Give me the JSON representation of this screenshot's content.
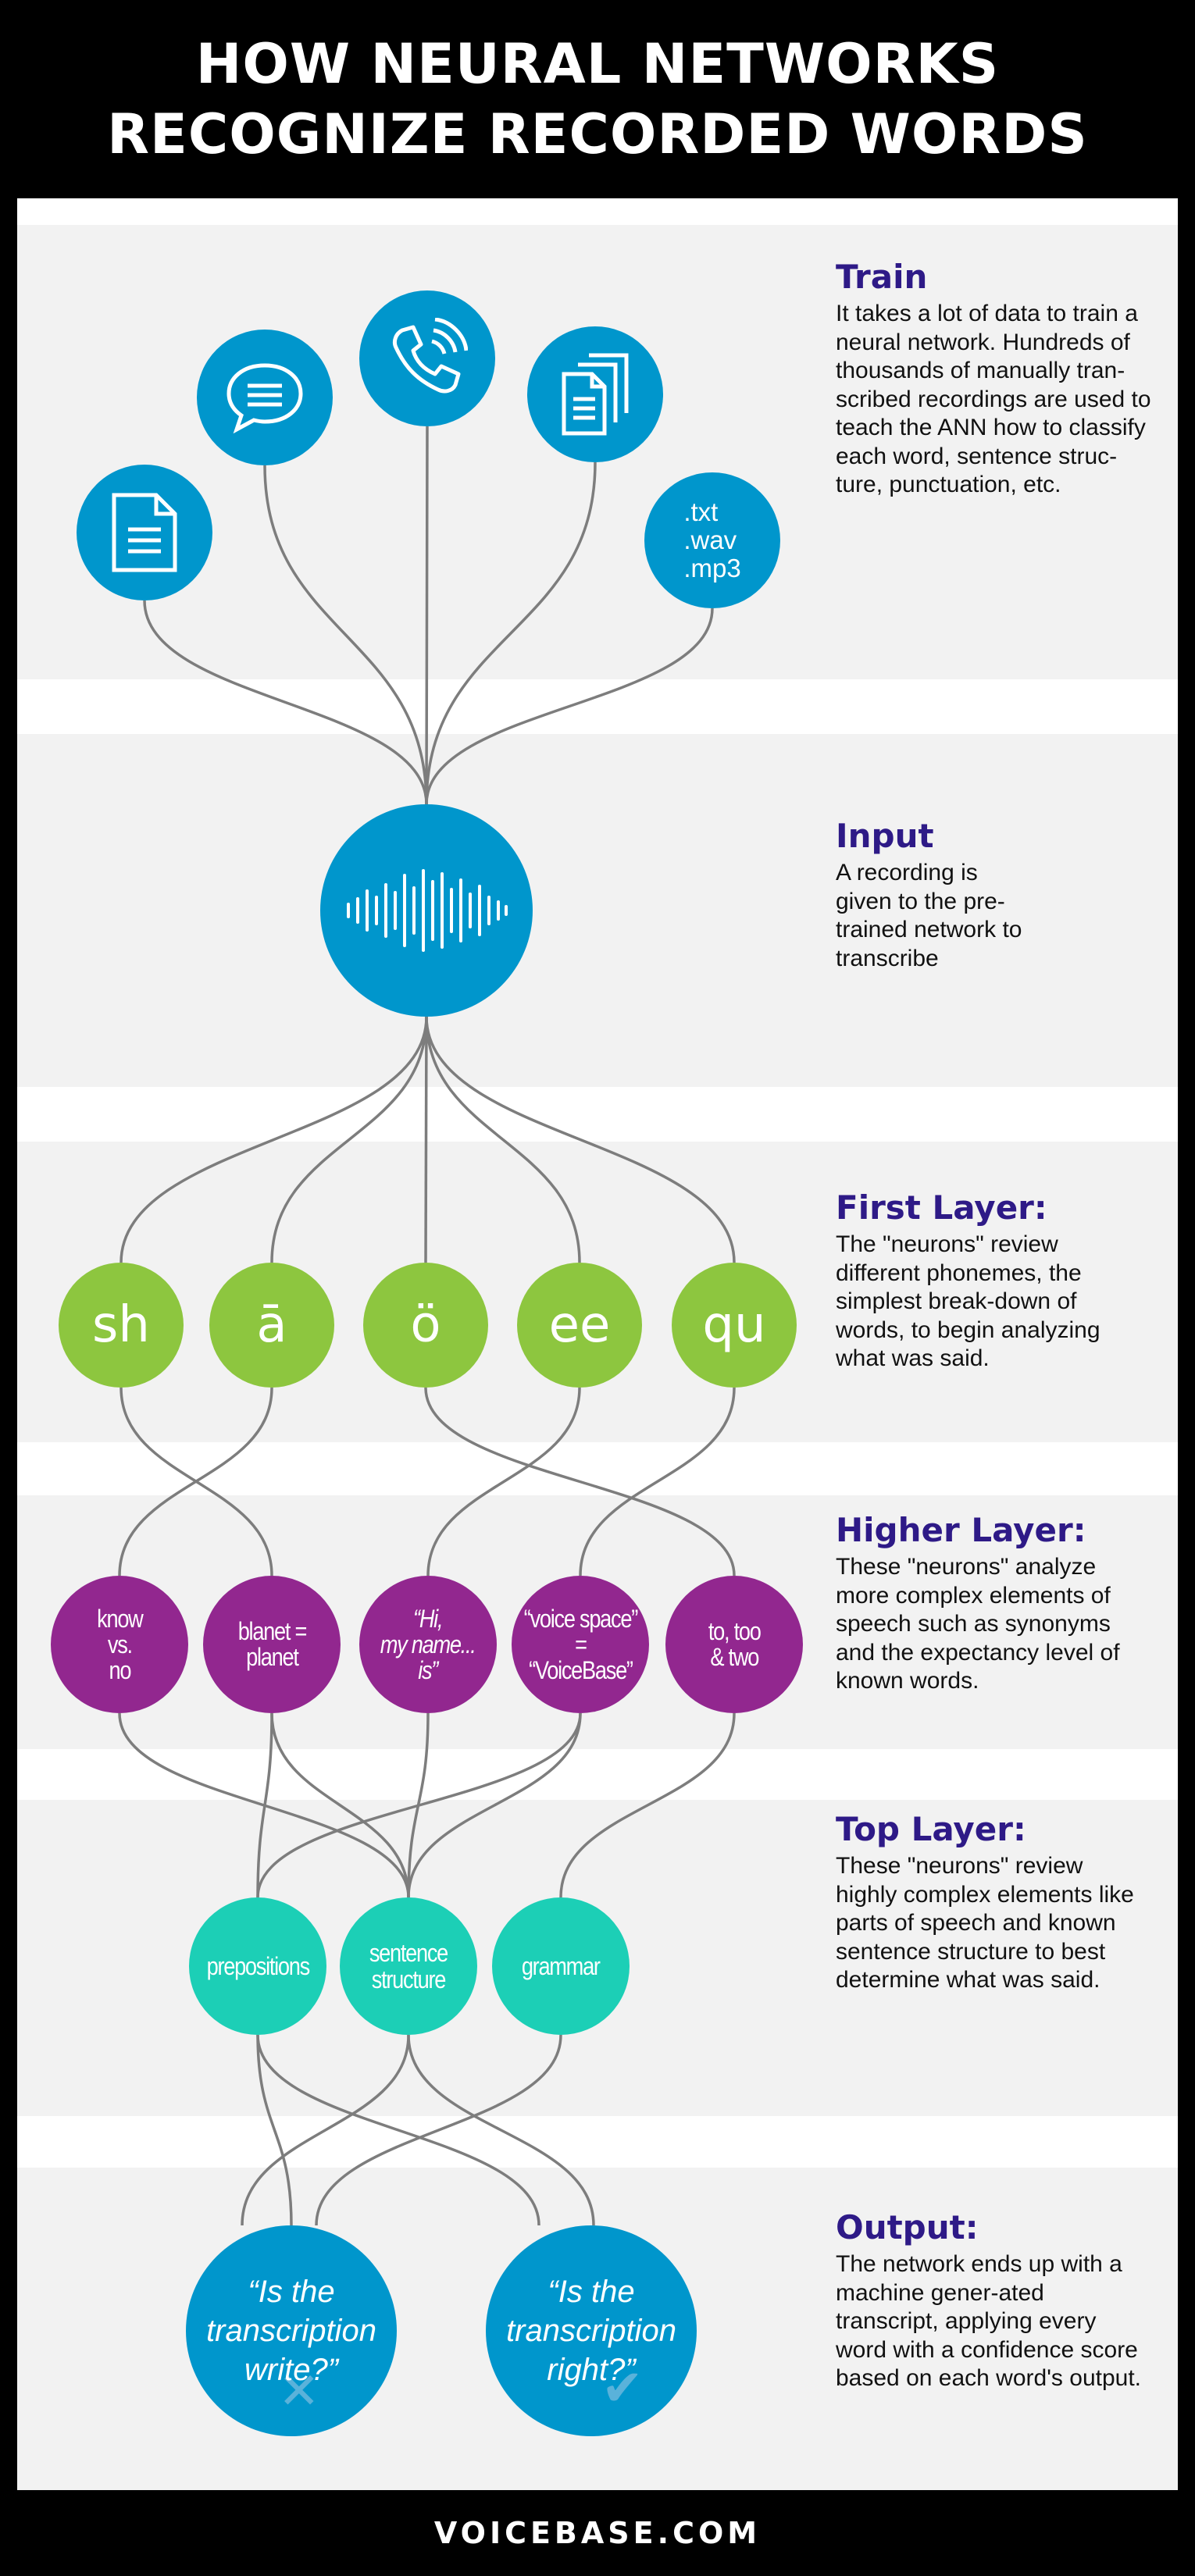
{
  "header": {
    "line1": "HOW NEURAL NETWORKS",
    "line2": "RECOGNIZE RECORDED WORDS"
  },
  "footer": {
    "text": "VOICEBASE.COM"
  },
  "colors": {
    "blue": "#0096cc",
    "green": "#8dc63f",
    "purple": "#92278f",
    "teal": "#1ccfb6",
    "heading": "#2e1a87"
  },
  "train": {
    "icons": [
      "document-icon",
      "chat-bubble-icon",
      "phone-icon",
      "stacked-documents-icon"
    ],
    "extensions": ".txt\n.wav\n.mp3"
  },
  "input": {
    "icon": "sound-wave-icon"
  },
  "first_layer": [
    "sh",
    "ā",
    "ö",
    "ee",
    "qu"
  ],
  "higher_layer": [
    "know\nvs.\nno",
    "blanet =\nplanet",
    "“Hi,\nmy name...\nis”",
    "“voice space”\n=\n“VoiceBase”",
    "to, too\n& two"
  ],
  "top_layer": [
    "prepositions",
    "sentence\nstructure",
    "grammar"
  ],
  "output": [
    {
      "text": "“Is the\ntranscription\nwrite?”",
      "mark_icon": "x-icon",
      "mark": "✕"
    },
    {
      "text": "“Is the\ntranscription\nright?”",
      "mark_icon": "check-icon",
      "mark": "✔"
    }
  ],
  "descriptions": [
    {
      "title": "Train",
      "body": "It takes a lot of data to train a neural network. Hundreds of thousands of manually tran-scribed recordings are used to teach the ANN how to classify each word, sentence struc-ture, punctuation, etc."
    },
    {
      "title": "Input",
      "body": "A recording is given to the pre-trained network to transcribe"
    },
    {
      "title": "First Layer:",
      "body": "The \"neurons\" review different phonemes, the simplest break-down of words, to begin analyzing what was said."
    },
    {
      "title": "Higher Layer:",
      "body": "These \"neurons\" analyze more complex elements of speech such as synonyms and the expectancy level of known words."
    },
    {
      "title": "Top Layer:",
      "body": "These \"neurons\" review highly complex elements like parts of speech and known sentence structure to best determine what was said."
    },
    {
      "title": "Output:",
      "body": "The network ends up with a machine gener-ated transcript, applying every word with a confidence score based on each word's output."
    }
  ]
}
